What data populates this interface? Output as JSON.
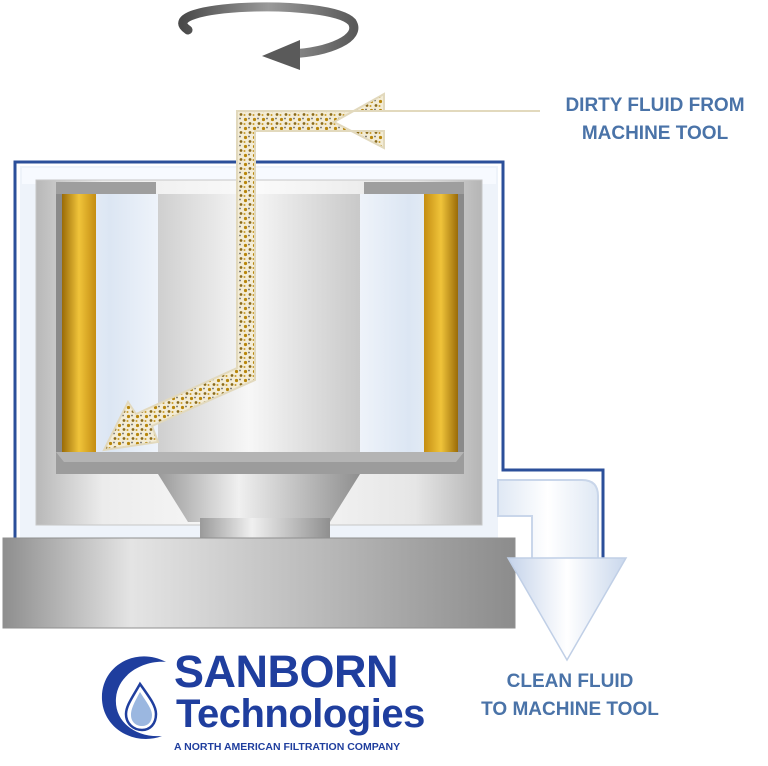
{
  "labels": {
    "dirty_line1": "DIRTY FLUID FROM",
    "dirty_line2": "MACHINE TOOL",
    "clean_line1": "CLEAN FLUID",
    "clean_line2": "TO MACHINE TOOL"
  },
  "logo": {
    "brand_line1": "SANBORN",
    "brand_line2": "Technologies",
    "tagline": "A NORTH AMERICAN FILTRATION COMPANY"
  },
  "colors": {
    "label_text": "#4a73a8",
    "brand_blue": "#1f3e9e",
    "housing_outline": "#2b4f9a",
    "filter_gold": "#d9a520"
  },
  "icons": {
    "rotation": "rotation-arrow-icon",
    "logo_mark": "droplet-swirl-icon"
  }
}
